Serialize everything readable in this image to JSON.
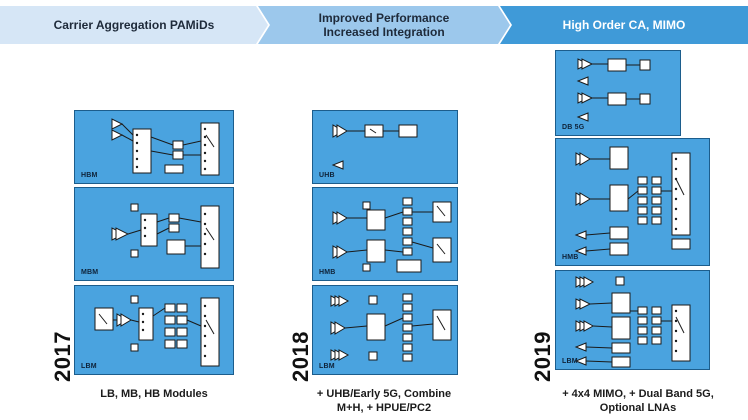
{
  "header": {
    "stage1": "Carrier Aggregation PAMiDs",
    "stage2_line1": "Improved Performance",
    "stage2_line2": "Increased Integration",
    "stage3": "High Order CA, MIMO"
  },
  "columns": [
    {
      "year": "2017",
      "caption_line1": "LB, MB, HB Modules",
      "caption_line2": "",
      "modules": [
        "HBM",
        "MBM",
        "LBM"
      ]
    },
    {
      "year": "2018",
      "caption_line1": "+ UHB/Early 5G, Combine",
      "caption_line2": "M+H, + HPUE/PC2",
      "modules": [
        "UHB",
        "HMB",
        "LBM"
      ]
    },
    {
      "year": "2019",
      "caption_line1": "+ 4x4 MIMO, + Dual Band 5G,",
      "caption_line2": "Optional LNAs",
      "modules": [
        "DB 5G",
        "HMB",
        "LBM"
      ]
    }
  ],
  "colors": {
    "module_fill": "#4aa3df",
    "module_border": "#1c5d8c",
    "component_fill": "#ffffff",
    "stage1": "#d6e6f6",
    "stage2": "#9cc8ec",
    "stage3": "#3f9ad8"
  }
}
